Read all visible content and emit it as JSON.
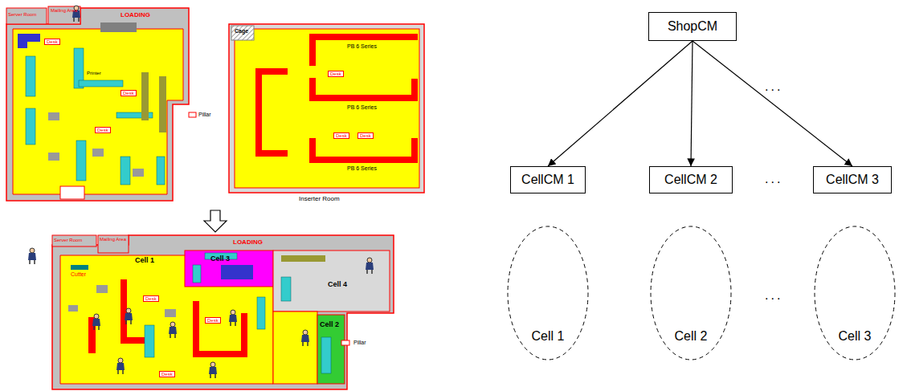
{
  "diagram": {
    "nodes": [
      {
        "text": [
          "ShopCM"
        ]
      },
      {
        "text": [
          "CellCM 1"
        ]
      },
      {
        "text": [
          "CellCM 2"
        ]
      },
      {
        "text": [
          "CellCM 3"
        ]
      },
      {
        "text": [
          "Cell 1"
        ]
      },
      {
        "text": [
          "Cell 2"
        ]
      },
      {
        "text": [
          "Cell 3"
        ]
      }
    ],
    "edges": [
      {
        "from": 0,
        "to": 1,
        "arrow": "to"
      },
      {
        "from": 0,
        "to": 2,
        "arrow": "to"
      },
      {
        "from": 0,
        "to": 3,
        "arrow": "to"
      }
    ],
    "labels": [
      "...",
      "...",
      "...",
      "Server Room",
      "Mailing Area",
      "LOADING",
      "Desk",
      "Desk",
      "Desk",
      "Printer",
      "Pillar",
      "Cage",
      "PB 6 Series",
      "PB 6 Series",
      "PB 6 Series",
      "Desk",
      "Desk",
      "Desk",
      "Inserter Room",
      "Server Room",
      "Mailing Area",
      "LOADING",
      "Cell 1",
      "Cutter",
      "Cell 3",
      "Cell 4",
      "Cell 2",
      "Pillar",
      "Desk",
      "Desk",
      "Desk"
    ]
  }
}
